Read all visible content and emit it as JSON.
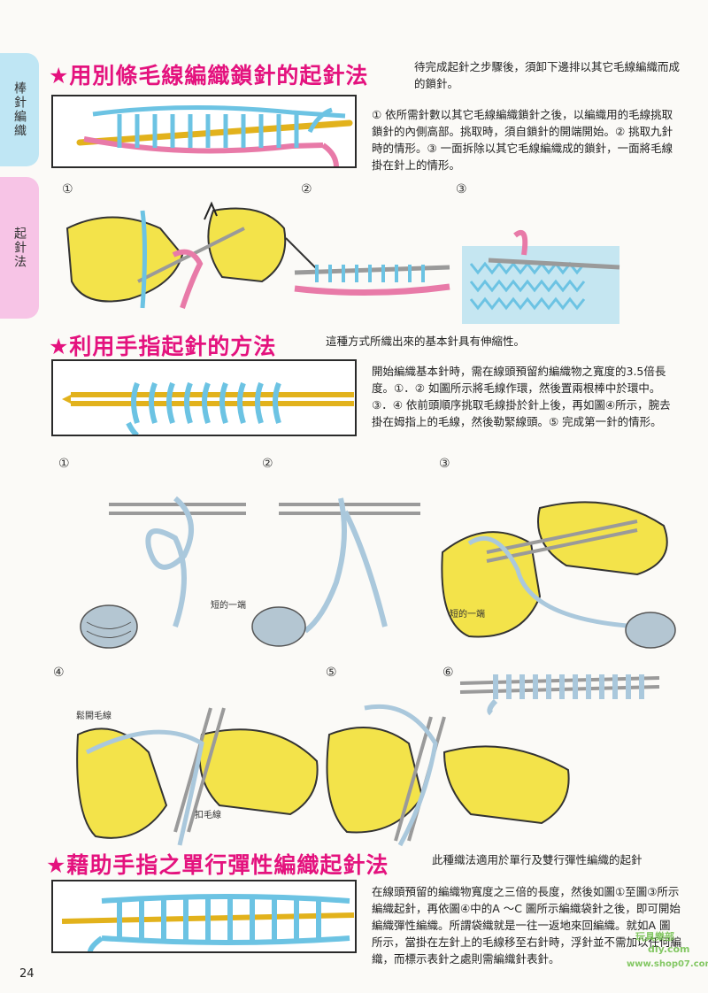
{
  "side_tabs": [
    "棒針編織",
    "起針法"
  ],
  "sections": [
    {
      "title": "★用別條毛線編織鎖針的起針法",
      "intro": "待完成起針之步驟後，須卸下邊排以其它毛線編織而成的鎖針。",
      "body": "① 依所需針數以其它毛線編織鎖針之後，以編織用的毛線挑取鎖針的內側高部。挑取時，須自鎖針的開端開始。② 挑取九針時的情形。③ 一面拆除以其它毛線編織成的鎖針，一面將毛線掛在針上的情形。",
      "step_labels": [
        "①",
        "②",
        "③"
      ]
    },
    {
      "title": "★利用手指起針的方法",
      "intro": "這種方式所織出來的基本針具有伸縮性。",
      "body": "開始編織基本針時，需在線頭預留約編織物之寬度的3.5倍長度。①．② 如圖所示將毛線作環，然後置兩根棒中於環中。③．④ 依前頭順序挑取毛線掛於針上後，再如圖④所示，腕去掛在姆指上的毛線，然後勒緊線頭。⑤ 完成第一針的情形。",
      "step_labels": [
        "①",
        "②",
        "③",
        "④",
        "⑤",
        "⑥"
      ],
      "callouts": [
        "短的一端",
        "短的一端",
        "鬆開毛線",
        "扣毛線"
      ]
    },
    {
      "title": "★藉助手指之單行彈性編織起針法",
      "intro": "此種織法適用於單行及雙行彈性編織的起針",
      "body": "在線頭預留的編織物寬度之三倍的長度，然後如圖①至圖③所示編織起針，再依圖④中的A ～C 圖所示編織袋針之後，即可開始編織彈性編織。所謂袋織就是一往一返地來回編織。就如A 圖所示，當掛在左針上的毛線移至右針時，浮針並不需加以任何編織，而標示表針之處則需編織針表針。"
    }
  ],
  "page_number": "24",
  "watermark": [
    "玩具樂部",
    "diy.com",
    "www.shop07.com"
  ],
  "colors": {
    "heading": "#e4127e",
    "yarn_blue": "#6cc3e3",
    "yarn_pink": "#e87aa8",
    "needle": "#f2c02a",
    "skin": "#f3e34a"
  }
}
